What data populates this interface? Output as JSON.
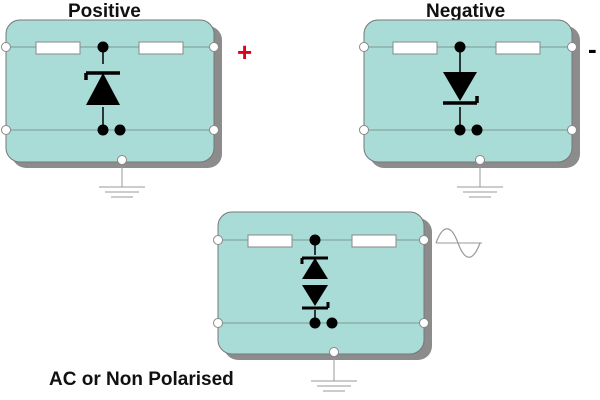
{
  "labels": {
    "positive": "Positive",
    "negative": "Negative",
    "ac": "AC or Non Polarised"
  },
  "polarity": {
    "plus": "+",
    "minus": "-"
  },
  "symbols": {
    "ac_source": "sine-wave-icon",
    "ground": "ground-icon",
    "positive_device": "zener-diode-up-icon",
    "negative_device": "zener-diode-down-icon",
    "ac_device": "bidirectional-zener-icon"
  },
  "colors": {
    "box_fill": "#a9dcd6",
    "box_shadow": "#8c8c8c",
    "plus_sign": "#e0001b",
    "symbol": "#000000",
    "wire": "#7a9a96"
  }
}
